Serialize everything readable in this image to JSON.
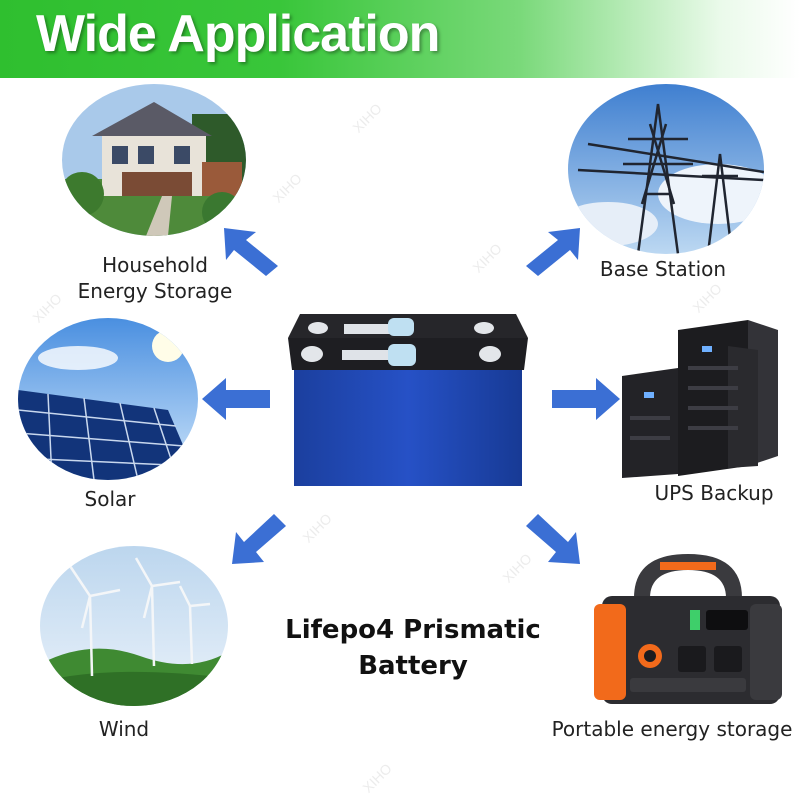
{
  "banner": {
    "title": "Wide Application",
    "gradient_start": "#2fbf2f",
    "gradient_end": "#ffffff"
  },
  "product": {
    "title_line1": "Lifepo4 Prismatic",
    "title_line2": "Battery"
  },
  "applications": {
    "household": {
      "line1": "Household",
      "line2": "Energy Storage",
      "icon": "house-photo-icon"
    },
    "base_station": {
      "label": "Base Station",
      "icon": "power-tower-photo-icon"
    },
    "solar": {
      "label": "Solar",
      "icon": "solar-panel-photo-icon"
    },
    "ups": {
      "label": "UPS Backup",
      "icon": "server-rack-photo-icon"
    },
    "wind": {
      "label": "Wind",
      "icon": "wind-turbine-photo-icon"
    },
    "portable": {
      "label": "Portable energy storage",
      "icon": "power-station-photo-icon"
    }
  },
  "watermark": {
    "text": "XIHO"
  },
  "colors": {
    "arrow": "#3b6fd4",
    "battery": "#1f47b5",
    "accent_orange": "#f26a1b"
  }
}
